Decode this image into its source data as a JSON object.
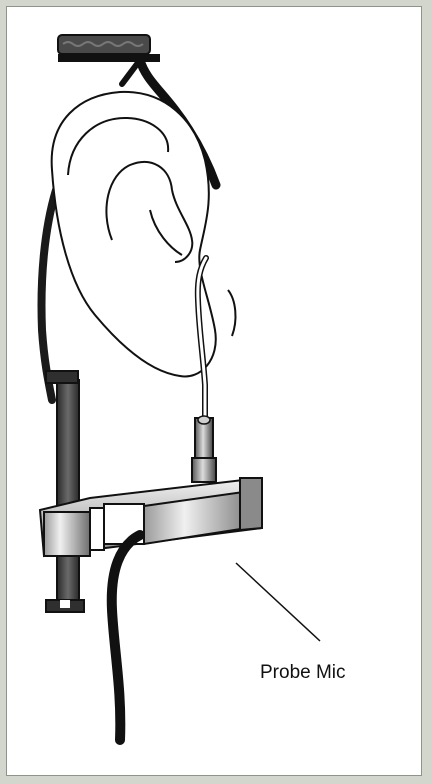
{
  "diagram": {
    "callout_label": "Probe Mic",
    "colors": {
      "page_background": "#d2d6cd",
      "panel_background": "#ffffff",
      "outline": "#000000",
      "ear_fill": "#ffffff",
      "metal_dark": "#2f2f2f",
      "metal_mid": "#7a7a7a",
      "metal_light": "#e6e6e6",
      "pad": "#4a4a4a"
    },
    "parts": [
      "headband-pad",
      "headband-arm",
      "ear",
      "probe-tube",
      "probe-microphone",
      "microphone-housing",
      "microphone-cable",
      "mounting-post",
      "support-cable"
    ]
  }
}
